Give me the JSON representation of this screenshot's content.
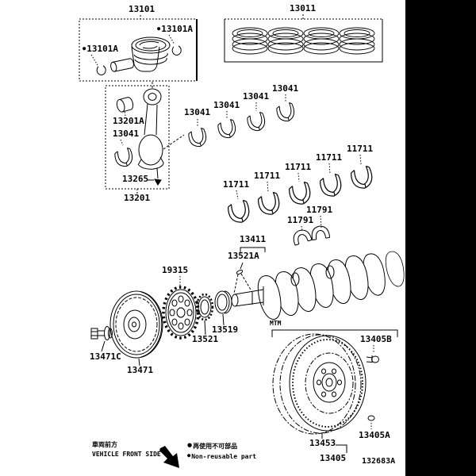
{
  "figure": {
    "code": "132683A"
  },
  "parts": {
    "piston": "13101",
    "piston_pin_set": "13101A",
    "piston_ring_set": "13011",
    "rod_bushing": "13201A",
    "rod_bearing": "13041",
    "rod_bolt": "13265",
    "connecting_rod": "13201",
    "main_bearing": "11711",
    "thrust_washer": "11791",
    "crankshaft": "13411",
    "crankshaft_key": "13521A",
    "sensor_plate": "19315",
    "timing_gear": "13521",
    "timing_gear_spacer": "13519",
    "pulley_bolt": "13471C",
    "pulley": "13471",
    "flywheel_sub_assy": "13453",
    "flywheel": "13405",
    "flywheel_bolt": "13405B",
    "flywheel_pin": "13405A",
    "transmission_note": "MTM"
  },
  "legend": {
    "bullet": "●",
    "front_label_jp": "車両前方",
    "front_label_en": "VEHICLE FRONT SIDE",
    "non_reusable_jp": "再使用不可部品",
    "non_reusable_en": "Non-reusable part"
  },
  "colors": {
    "ink": "#000000",
    "paper": "#ffffff"
  }
}
